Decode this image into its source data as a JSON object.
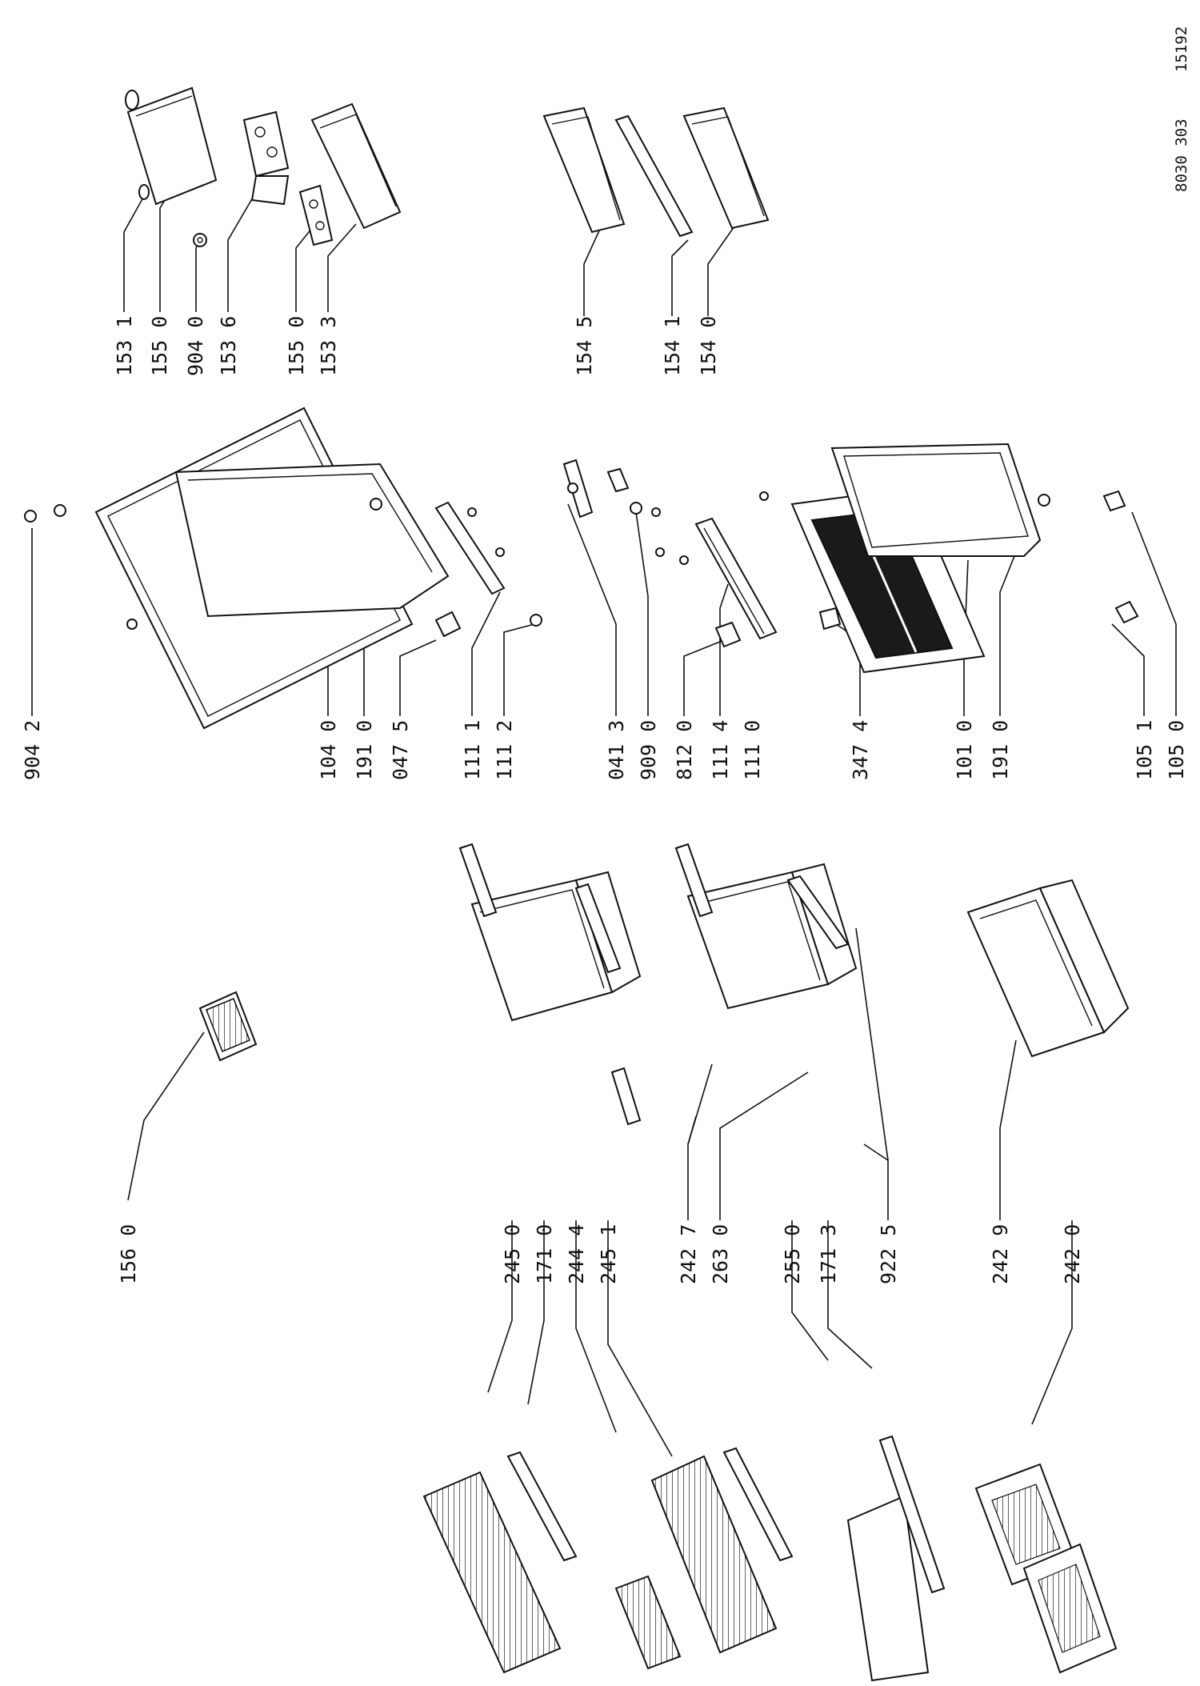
{
  "header": {
    "doc_code": "8030 303",
    "sheet_no": "15192"
  },
  "labels": {
    "l9531": "153 1",
    "l1550a": "155 0",
    "l9040": "904 0",
    "l1536": "153 6",
    "l1550b": "155 0",
    "l1533": "153 3",
    "l1545": "154 5",
    "l1541": "154 1",
    "l1540": "154 0",
    "l9042": "904 2",
    "l1040": "104 0",
    "l1910a": "191 0",
    "l0475": "047 5",
    "l1111": "111 1",
    "l1112": "111 2",
    "l0413": "041 3",
    "l9090": "909 0",
    "l8120": "812 0",
    "l1114": "111 4",
    "l1110": "111 0",
    "l3474": "347 4",
    "l1010": "101 0",
    "l1910b": "191 0",
    "l1051": "105 1",
    "l1050": "105 0",
    "l1560": "156 0",
    "l2450": "245 0",
    "l1710": "171 0",
    "l2444": "244 4",
    "l2451": "245 1",
    "l2427": "242 7",
    "l2630": "263 0",
    "l2550": "255 0",
    "l1713": "171 3",
    "l9225": "922 5",
    "l2429": "242 9",
    "l2420": "242 0"
  }
}
